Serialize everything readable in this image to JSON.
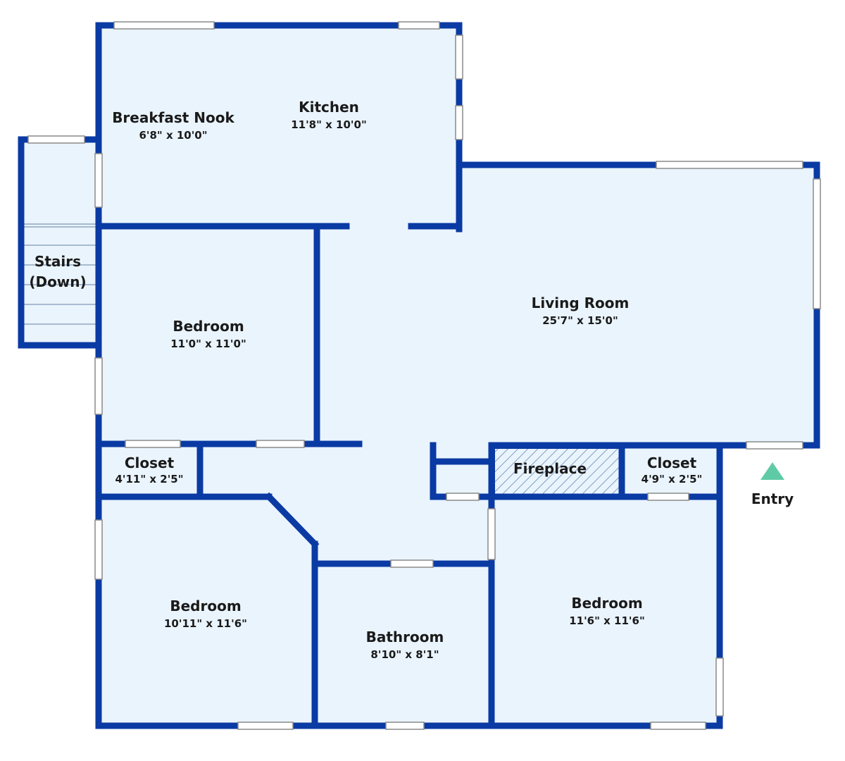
{
  "colors": {
    "floor": "#eaf4fd",
    "wall": "#0a3aa3",
    "window_frame": "#8a8a8a",
    "window_fill": "#ffffff",
    "fireplace_hatch": "#7f9fbf",
    "entry_marker": "#5fcba6"
  },
  "rooms": {
    "breakfast_nook": {
      "name": "Breakfast Nook",
      "dims": "6'8\" x 10'0\""
    },
    "kitchen": {
      "name": "Kitchen",
      "dims": "11'8\" x 10'0\""
    },
    "stairs": {
      "line1": "Stairs",
      "line2": "(Down)"
    },
    "bedroom_nw": {
      "name": "Bedroom",
      "dims": "11'0\" x 11'0\""
    },
    "living_room": {
      "name": "Living Room",
      "dims": "25'7\" x 15'0\""
    },
    "closet_w": {
      "name": "Closet",
      "dims": "4'11\" x 2'5\""
    },
    "fireplace": {
      "name": "Fireplace"
    },
    "closet_e": {
      "name": "Closet",
      "dims": "4'9\" x 2'5\""
    },
    "bedroom_sw": {
      "name": "Bedroom",
      "dims": "10'11\" x 11'6\""
    },
    "bathroom": {
      "name": "Bathroom",
      "dims": "8'10\" x 8'1\""
    },
    "bedroom_se": {
      "name": "Bedroom",
      "dims": "11'6\" x 11'6\""
    }
  },
  "entry": {
    "label": "Entry"
  }
}
